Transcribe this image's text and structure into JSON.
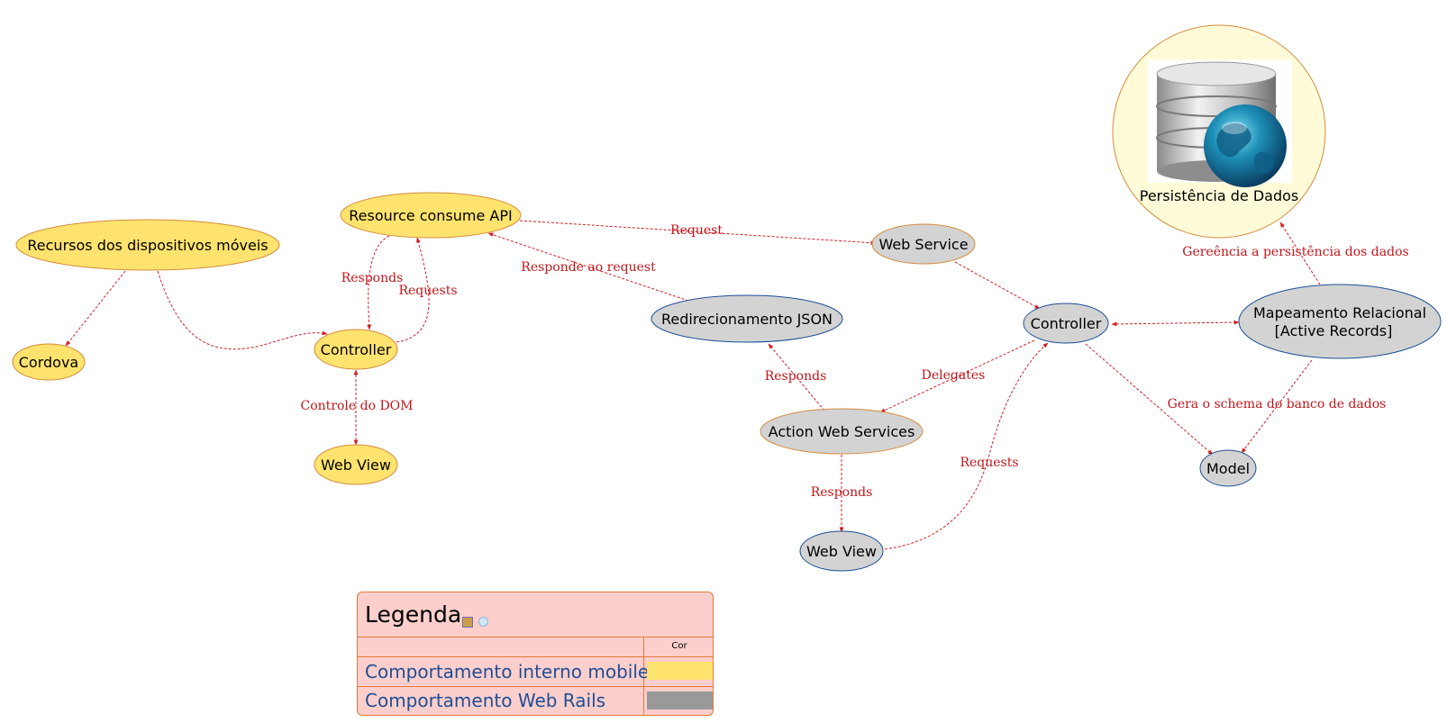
{
  "nodes": {
    "recursos": "Recursos dos dispositivos móveis",
    "cordova": "Cordova",
    "controller_mobile": "Controller",
    "webview_mobile": "Web View",
    "resource_api": "Resource consume API",
    "web_service": "Web Service",
    "redirecionamento_json": "Redirecionamento JSON",
    "action_web_services": "Action Web Services",
    "webview_rails": "Web View",
    "controller_rails": "Controller",
    "mapeamento_line1": "Mapeamento Relacional",
    "mapeamento_line2": "[Active Records]",
    "model": "Model",
    "persistencia": "Persistência de Dados"
  },
  "edges": {
    "responds_api_ctrl": "Responds",
    "requests_ctrl_api": "Requests",
    "controle_dom": "Controle do DOM",
    "request_api_ws": "Request",
    "responde_ao_request": "Responde ao request",
    "responds_aws_json": "Responds",
    "delegates": "Delegates",
    "responds_aws_webview": "Responds",
    "requests_webview_ctrl": "Requests",
    "gera_schema": "Gera o schema do banco de dados",
    "gerencia_persistencia": "Gereência a persistência dos dados"
  },
  "legend": {
    "title": "Legenda",
    "column_header": "Cor",
    "rows": [
      {
        "label": "Comportamento interno mobile",
        "color": "#ffe36e"
      },
      {
        "label": "Comportamento Web Rails",
        "color": "#999999"
      }
    ]
  },
  "colors": {
    "mobile_node_fill": "#ffe36e",
    "rails_node_fill": "#d3d3d3",
    "edge": "#d21f24",
    "edge_text": "#c0161b",
    "persistence_fill": "#fffbd9",
    "legend_fill": "#fccfcc"
  },
  "icons": {
    "persistence": "database-globe-icon"
  }
}
